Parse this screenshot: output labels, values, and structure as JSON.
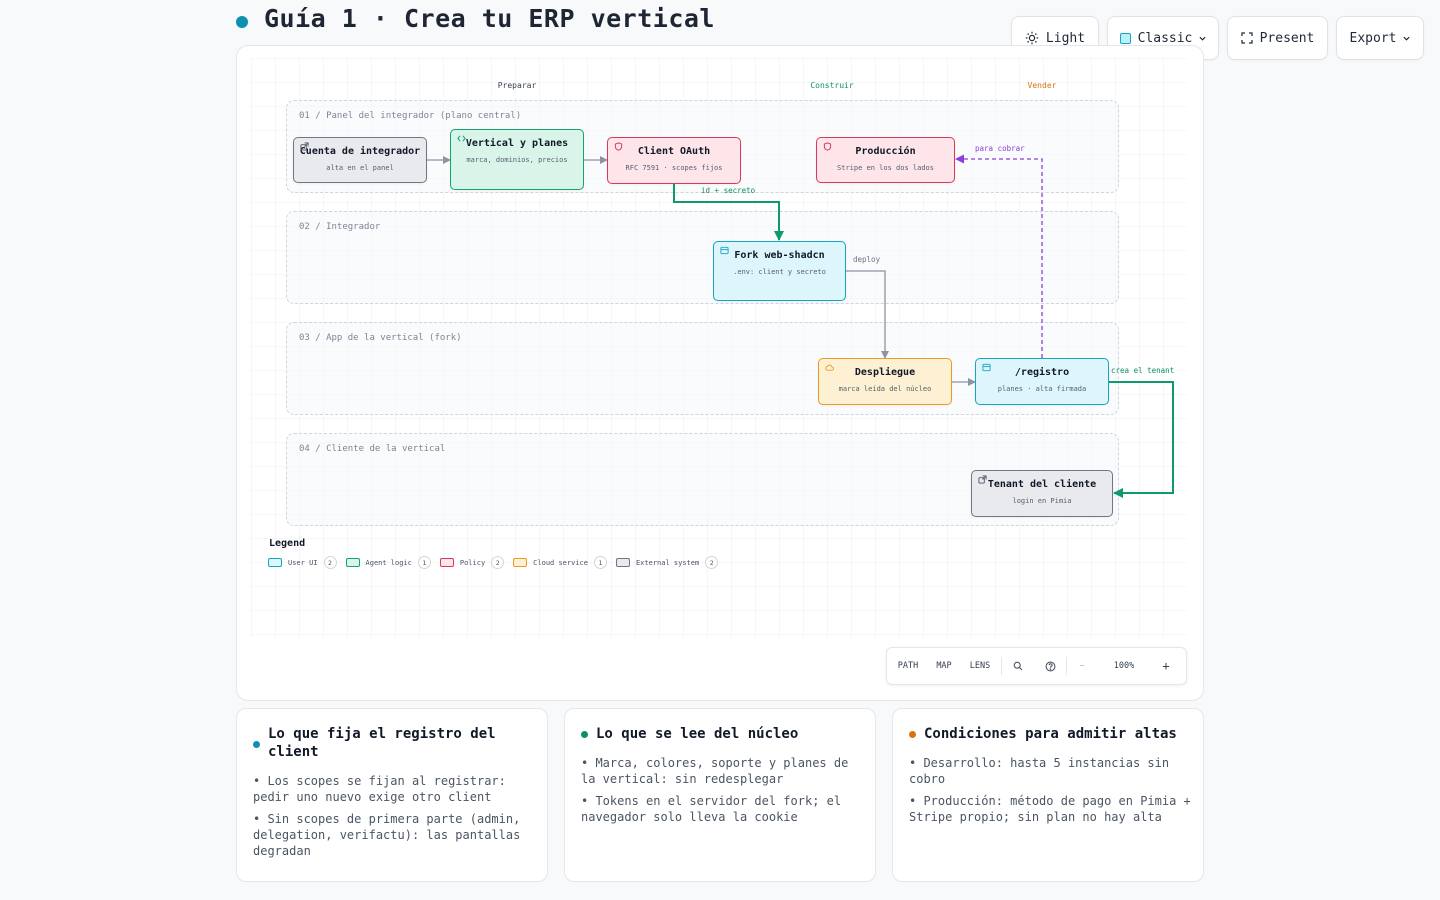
{
  "header": {
    "title": "Guía 1 · Crea tu ERP vertical",
    "dot_color": "#0e90b3"
  },
  "toolbar": {
    "theme_label": "Light",
    "style_label": "Classic",
    "present_label": "Present",
    "export_label": "Export"
  },
  "diagram": {
    "phases": [
      {
        "label": "Preparar",
        "color": "#374151"
      },
      {
        "label": "Construir",
        "color": "#0f8f66"
      },
      {
        "label": "Vender",
        "color": "#d9730d"
      }
    ],
    "lanes": [
      {
        "label": "01 / Panel del integrador (plano central)"
      },
      {
        "label": "02 / Integrador"
      },
      {
        "label": "03 / App de la vertical (fork)"
      },
      {
        "label": "04 / Cliente de la vertical"
      }
    ],
    "nodes": {
      "cuenta": {
        "title": "Cuenta de integrador",
        "subtitle": "alta en el panel",
        "kind": "External system",
        "icon": "external-icon"
      },
      "vertical": {
        "title": "Vertical y planes",
        "subtitle": "marca, dominios, precios",
        "kind": "Agent logic",
        "icon": "code-icon"
      },
      "oauth": {
        "title": "Client OAuth",
        "subtitle": "RFC 7591 · scopes fijos",
        "kind": "Policy",
        "icon": "shield-icon"
      },
      "produccion": {
        "title": "Producción",
        "subtitle": "Stripe en los dos lados",
        "kind": "Policy",
        "icon": "shield-icon"
      },
      "fork": {
        "title": "Fork web-shadcn",
        "subtitle": ".env: client y secreto",
        "kind": "User UI",
        "icon": "window-icon"
      },
      "despliegue": {
        "title": "Despliegue",
        "subtitle": "marca leída del núcleo",
        "kind": "Cloud service",
        "icon": "cloud-icon"
      },
      "registro": {
        "title": "/registro",
        "subtitle": "planes · alta firmada",
        "kind": "User UI",
        "icon": "window-icon"
      },
      "tenant": {
        "title": "Tenant del cliente",
        "subtitle": "login en Pimia",
        "kind": "External system",
        "icon": "external-icon"
      }
    },
    "edges": [
      {
        "from": "cuenta",
        "to": "vertical",
        "label": "",
        "style": "solid-gray"
      },
      {
        "from": "vertical",
        "to": "oauth",
        "label": "",
        "style": "solid-gray"
      },
      {
        "from": "oauth",
        "to": "fork",
        "label": "id + secreto",
        "style": "solid-green"
      },
      {
        "from": "fork",
        "to": "despliegue",
        "label": "deploy",
        "style": "solid-gray"
      },
      {
        "from": "despliegue",
        "to": "registro",
        "label": "",
        "style": "solid-gray"
      },
      {
        "from": "registro",
        "to": "produccion",
        "label": "para cobrar",
        "style": "dashed-purple"
      },
      {
        "from": "registro",
        "to": "tenant",
        "label": "crea el tenant",
        "style": "solid-green"
      }
    ],
    "legend": {
      "title": "Legend",
      "items": [
        {
          "label": "User UI",
          "count": "2",
          "fill": "#dcf6fb",
          "border": "#14a7c0"
        },
        {
          "label": "Agent logic",
          "count": "1",
          "fill": "#d9f5ea",
          "border": "#15a271"
        },
        {
          "label": "Policy",
          "count": "2",
          "fill": "#fde5ea",
          "border": "#d9385e"
        },
        {
          "label": "Cloud service",
          "count": "1",
          "fill": "#fdf0d3",
          "border": "#eb9a26"
        },
        {
          "label": "External system",
          "count": "2",
          "fill": "#e8eaee",
          "border": "#6f7786"
        }
      ]
    }
  },
  "controls": {
    "path_label": "PATH",
    "map_label": "MAP",
    "lens_label": "LENS",
    "zoom_out_label": "−",
    "zoom_level": "100%",
    "zoom_in_label": "+"
  },
  "cards": [
    {
      "title": "Lo que fija el registro del client",
      "dot_color": "#0e90b3",
      "bullets": [
        "• Los scopes se fijan al registrar: pedir uno nuevo exige otro client",
        "• Sin scopes de primera parte (admin, delegation, verifactu): las pantallas degradan"
      ]
    },
    {
      "title": "Lo que se lee del núcleo",
      "dot_color": "#0f8f66",
      "bullets": [
        "• Marca, colores, soporte y planes de la vertical: sin redesplegar",
        "• Tokens en el servidor del fork; el navegador solo lleva la cookie"
      ]
    },
    {
      "title": "Condiciones para admitir altas",
      "dot_color": "#d9730d",
      "bullets": [
        "• Desarrollo: hasta 5 instancias sin cobro",
        "• Producción: método de pago en Pimia + Stripe propio; sin plan no hay alta"
      ]
    }
  ]
}
